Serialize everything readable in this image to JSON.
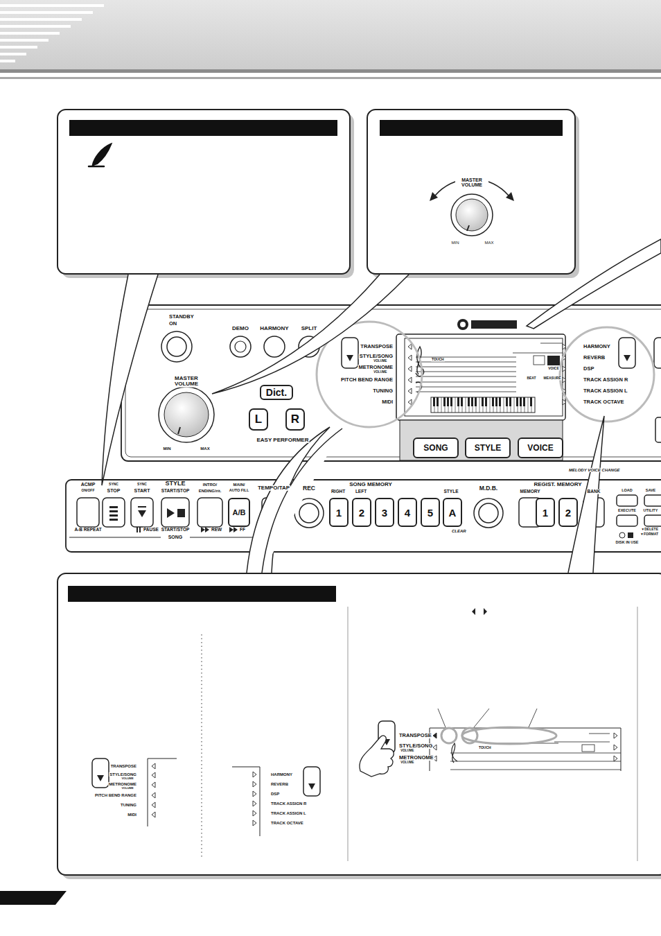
{
  "diagram": {
    "nodes": [
      {
        "text": [
          "Dict."
        ]
      },
      {
        "text": [
          "L"
        ]
      },
      {
        "text": [
          "R"
        ]
      },
      {
        "text": [
          "SONG"
        ]
      },
      {
        "text": [
          "STYLE"
        ]
      },
      {
        "text": [
          "VOICE"
        ]
      },
      {
        "text": [
          "A/B"
        ]
      },
      {
        "text": [
          "1"
        ]
      },
      {
        "text": [
          "2"
        ]
      },
      {
        "text": [
          "3"
        ]
      },
      {
        "text": [
          "4"
        ]
      },
      {
        "text": [
          "5"
        ]
      },
      {
        "text": [
          "A"
        ]
      },
      {
        "text": [
          "1"
        ]
      },
      {
        "text": [
          "2"
        ]
      }
    ],
    "labels": [
      "MASTER VOLUME",
      "MIN",
      "MAX",
      "STANDBY",
      "ON",
      "DEMO",
      "HARMONY",
      "SPLIT",
      "MASTER VOLUME",
      "MIN",
      "MAX",
      "EASY PERFORMER",
      "TRANSPOSE",
      "STYLE/SONG",
      "VOLUME",
      "METRONOME",
      "VOLUME",
      "PITCH BEND RANGE",
      "TUNING",
      "MIDI",
      "HARMONY",
      "REVERB",
      "DSP",
      "TRACK ASSIGN R",
      "TRACK ASSIGN L",
      "TRACK OCTAVE",
      "TOUCH",
      "VOICE",
      "BEAT",
      "MEASURE",
      "MELODY VOICE CHANGE",
      "ACMP",
      "ON/OFF",
      "SYNC",
      "STOP",
      "SYNC",
      "START",
      "STYLE",
      "START/STOP",
      "INTRO/",
      "ENDING/rit.",
      "MAIN/",
      "AUTO FILL",
      "TEMPO/TAP",
      "REC",
      "SONG MEMORY",
      "RIGHT",
      "LEFT",
      "STYLE",
      "M.D.B.",
      "REGIST. MEMORY",
      "MEMORY",
      "BANK",
      "LOAD",
      "SAVE",
      "EXECUTE",
      "UTILITY",
      "DISK IN USE",
      "▼DELETE",
      "▼FORMAT",
      "A-B REPEAT",
      "PAUSE",
      "START/STOP",
      "REW",
      "FF",
      "SONG",
      "CLEAR",
      "TRANSPOSE",
      "STYLE/SONG",
      "VOLUME",
      "METRONOME",
      "VOLUME",
      "PITCH BEND RANGE",
      "TUNING",
      "MIDI",
      "HARMONY",
      "REVERB",
      "DSP",
      "TRACK ASSIGN R",
      "TRACK ASSIGN L",
      "TRACK OCTAVE",
      "TRANSPOSE",
      "STYLE/SONG",
      "VOLUME",
      "METRONOME",
      "VOLUME",
      "TOUCH"
    ]
  }
}
